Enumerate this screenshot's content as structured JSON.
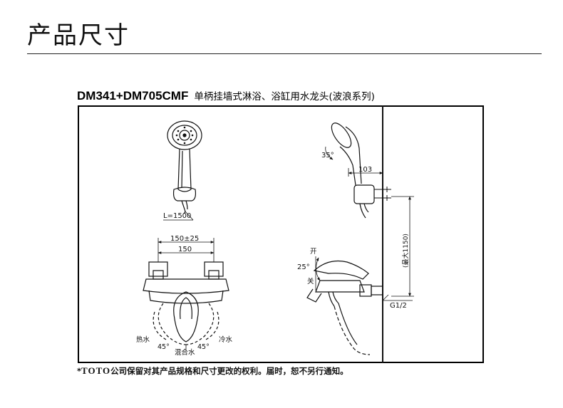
{
  "page": {
    "title": "产品尺寸"
  },
  "product": {
    "model": "DM341+DM705CMF",
    "description": "单柄挂墙式淋浴、浴缸用水龙头(波浪系列)"
  },
  "dimensions": {
    "hose_length": "L=1500",
    "spray_angle": "35°",
    "shower_offset": "103",
    "max_height": "(最大1150)",
    "center_range": "150±25",
    "center_distance": "150",
    "lever_angle": "25°",
    "hot_angle": "45°",
    "cold_angle": "45°",
    "pipe_thread": "G1/2"
  },
  "labels": {
    "open": "开",
    "close": "关",
    "hot": "热水",
    "cold": "冷水",
    "mixed": "混合水"
  },
  "footnote": {
    "brand": "TOTO",
    "prefix": "*",
    "text": "公司保留对其产品规格和尺寸更改的权利。届时，恕不另行通知。"
  }
}
